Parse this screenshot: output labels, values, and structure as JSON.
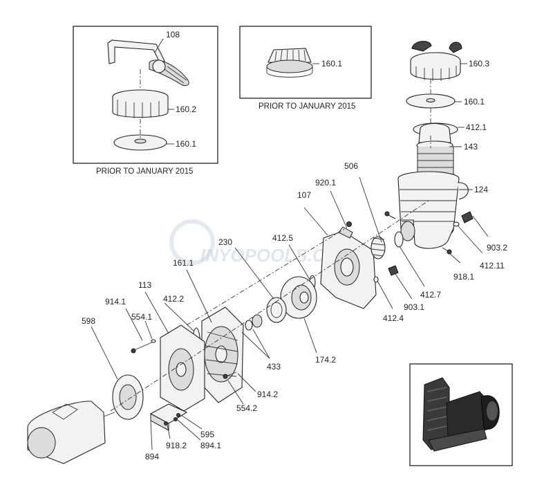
{
  "captions": {
    "left_box": "PRIOR TO JANUARY 2015",
    "mid_box": "PRIOR TO JANUARY 2015"
  },
  "watermark": "INYOPOOLS.COM",
  "labels": {
    "p108": "108",
    "p160_2": "160.2",
    "p160_1_left": "160.1",
    "p160_1_mid": "160.1",
    "p160_3": "160.3",
    "p160_1_right": "160.1",
    "p412_1": "412.1",
    "p143": "143",
    "p124": "124",
    "p506": "506",
    "p920_1": "920.1",
    "p107": "107",
    "p903_2": "903.2",
    "p412_11": "412.11",
    "p918_1": "918.1",
    "p412_7": "412.7",
    "p903_1": "903.1",
    "p412_4": "412.4",
    "p230": "230",
    "p412_5": "412.5",
    "p161_1": "161.1",
    "p113": "113",
    "p412_2": "412.2",
    "p914_1": "914.1",
    "p554_1": "554.1",
    "p598": "598",
    "p433": "433",
    "p174_2": "174.2",
    "p914_2": "914.2",
    "p554_2": "554.2",
    "p595": "595",
    "p894_1": "894.1",
    "p918_2": "918.2",
    "p894": "894"
  }
}
